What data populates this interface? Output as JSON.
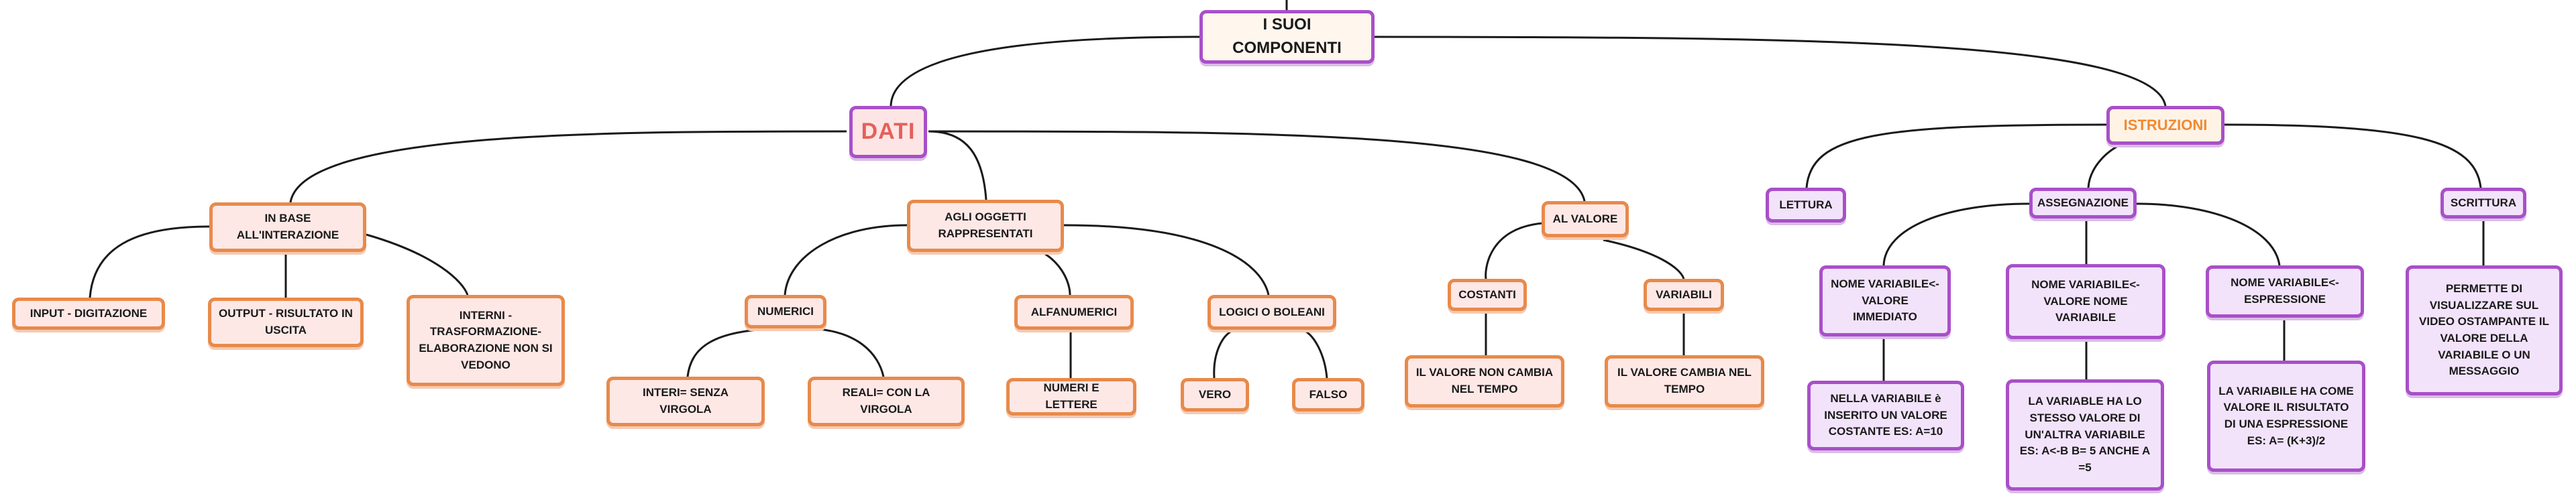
{
  "root": {
    "label": "I SUOI COMPONENTI"
  },
  "dati": {
    "label": "DATI",
    "interazione": {
      "label": "IN BASE ALL'INTERAZIONE",
      "input": "INPUT - DIGITAZIONE",
      "output": "OUTPUT - RISULTATO IN USCITA",
      "interni": "INTERNI - TRASFORMAZIONE-ELABORAZIONE NON SI VEDONO"
    },
    "oggetti": {
      "label": "AGLI OGGETTI RAPPRESENTATI",
      "numerici": {
        "label": "NUMERICI",
        "interi": "INTERI= SENZA VIRGOLA",
        "reali": "REALI= CON LA VIRGOLA"
      },
      "alfanumerici": {
        "label": "ALFANUMERICI",
        "numeri_lettere": "NUMERI E LETTERE"
      },
      "logici": {
        "label": "LOGICI O BOLEANI",
        "vero": "VERO",
        "falso": "FALSO"
      }
    },
    "valore": {
      "label": "AL VALORE",
      "costanti": {
        "label": "COSTANTI",
        "desc": "IL VALORE NON CAMBIA NEL TEMPO"
      },
      "variabili": {
        "label": "VARIABILI",
        "desc": "IL VALORE CAMBIA NEL TEMPO"
      }
    }
  },
  "istruzioni": {
    "label": "ISTRUZIONI",
    "lettura": "LETTURA",
    "assegnazione": {
      "label": "ASSEGNAZIONE",
      "immediato": {
        "label": "NOME VARIABILE<- VALORE IMMEDIATO",
        "desc": "NELLA VARIABILE è INSERITO UN VALORE COSTANTE ES: A=10"
      },
      "nome_variabile": {
        "label": "NOME VARIABILE<- VALORE NOME VARIABILE",
        "desc": "LA VARIABLE HA LO STESSO VALORE DI UN'ALTRA VARIABILE ES: A<-B B= 5 ANCHE A =5"
      },
      "espressione": {
        "label": "NOME VARIABILE<- ESPRESSIONE",
        "desc": "LA VARIABILE HA COME VALORE IL RISULTATO DI UNA ESPRESSIONE ES: A= (K+3)/2"
      }
    },
    "scrittura": {
      "label": "SCRITTURA",
      "desc": "PERMETTE DI VISUALIZZARE SUL VIDEO OSTAMPANTE IL VALORE DELLA VARIABILE O UN MESSAGGIO"
    }
  }
}
